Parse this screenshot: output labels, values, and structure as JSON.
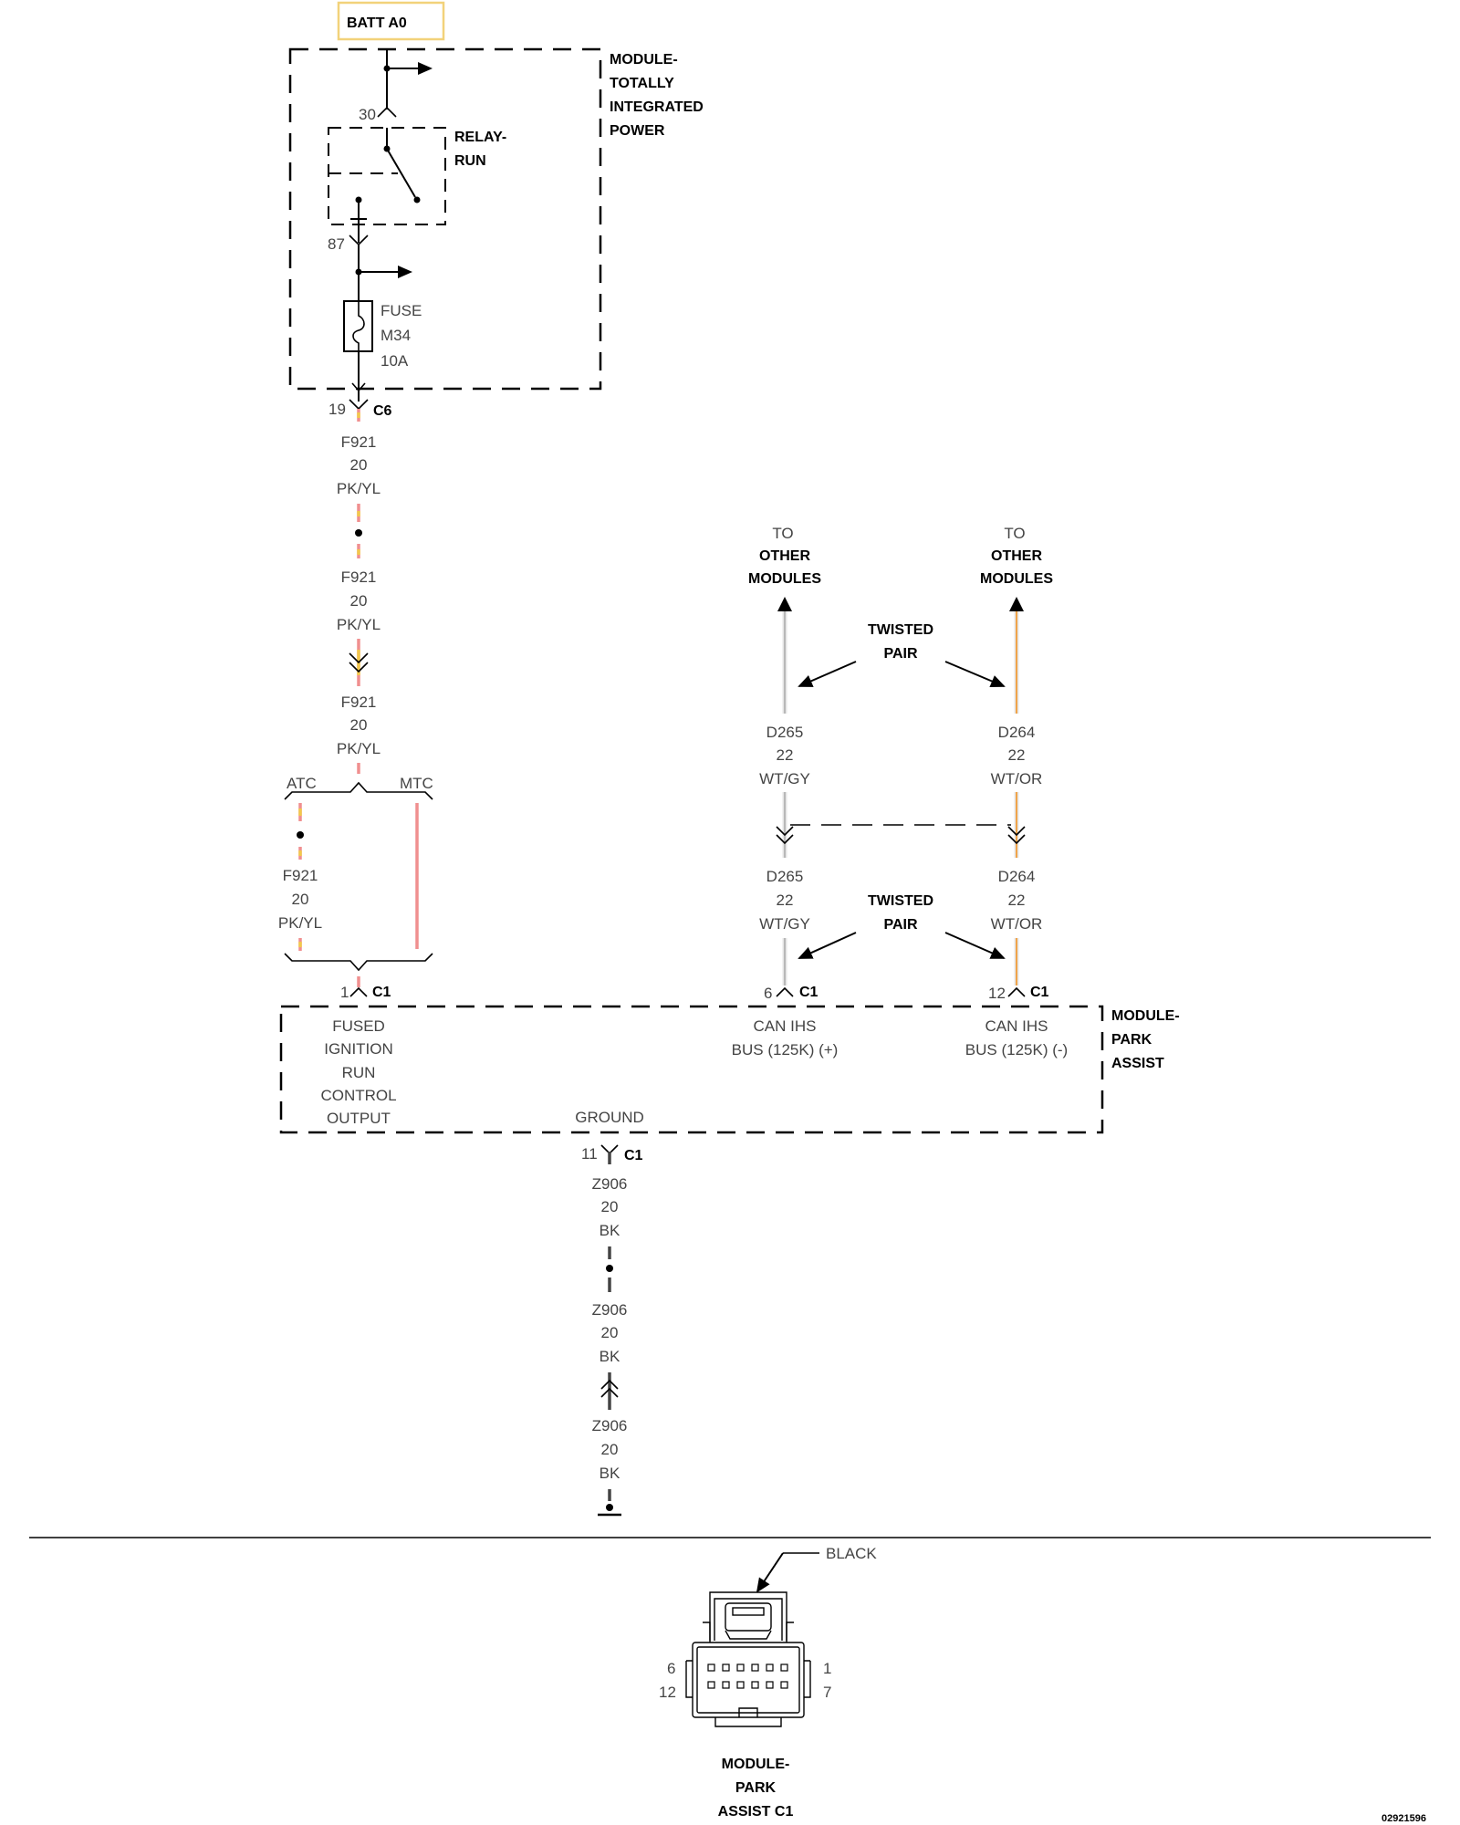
{
  "colors": {
    "pk_yl_a": "#f08f8f",
    "pk_yl_b": "#f2c94c",
    "pink": "#f08f8f",
    "wt": "#e6e6e6",
    "gy": "#b8b8b8",
    "or": "#f0a44a",
    "bk": "#444444",
    "batt_box": "#f2d27a"
  },
  "power": {
    "batt": "BATT A0",
    "tip_module": [
      "MODULE-",
      "TOTALLY",
      "INTEGRATED",
      "POWER"
    ],
    "relay": [
      "RELAY-",
      "RUN"
    ],
    "pin_30": "30",
    "pin_87": "87",
    "fuse": [
      "FUSE",
      "M34",
      "10A"
    ],
    "pin_19": "19",
    "conn_c6": "C6"
  },
  "f921": {
    "seg1": [
      "F921",
      "20",
      "PK/YL"
    ],
    "seg2": [
      "F921",
      "20",
      "PK/YL"
    ],
    "seg3": [
      "F921",
      "20",
      "PK/YL"
    ],
    "atc": "ATC",
    "mtc": "MTC",
    "atc_seg": [
      "F921",
      "20",
      "PK/YL"
    ],
    "pin": "1",
    "conn": "C1"
  },
  "can": {
    "to_left": [
      "TO",
      "OTHER",
      "MODULES"
    ],
    "to_right": [
      "TO",
      "OTHER",
      "MODULES"
    ],
    "twisted_top": [
      "TWISTED",
      "PAIR"
    ],
    "twisted_bottom": [
      "TWISTED",
      "PAIR"
    ],
    "d265_top": [
      "D265",
      "22",
      "WT/GY"
    ],
    "d264_top": [
      "D264",
      "22",
      "WT/OR"
    ],
    "d265_bot": [
      "D265",
      "22",
      "WT/GY"
    ],
    "d264_bot": [
      "D264",
      "22",
      "WT/OR"
    ],
    "pin_6": "6",
    "pin_12": "12",
    "conn_left": "C1",
    "conn_right": "C1"
  },
  "park_module": {
    "name": [
      "MODULE-",
      "PARK",
      "ASSIST"
    ],
    "fused": [
      "FUSED",
      "IGNITION",
      "RUN",
      "CONTROL",
      "OUTPUT"
    ],
    "can_plus": [
      "CAN IHS",
      "BUS (125K) (+)"
    ],
    "can_minus": [
      "CAN IHS",
      "BUS (125K) (-)"
    ],
    "ground": "GROUND"
  },
  "ground": {
    "pin": "11",
    "conn": "C1",
    "seg1": [
      "Z906",
      "20",
      "BK"
    ],
    "seg2": [
      "Z906",
      "20",
      "BK"
    ],
    "seg3": [
      "Z906",
      "20",
      "BK"
    ]
  },
  "connector_view": {
    "color": "BLACK",
    "pin_tl": "6",
    "pin_bl": "12",
    "pin_tr": "1",
    "pin_br": "7",
    "caption": [
      "MODULE-",
      "PARK",
      "ASSIST C1"
    ]
  },
  "figure_id": "02921596"
}
